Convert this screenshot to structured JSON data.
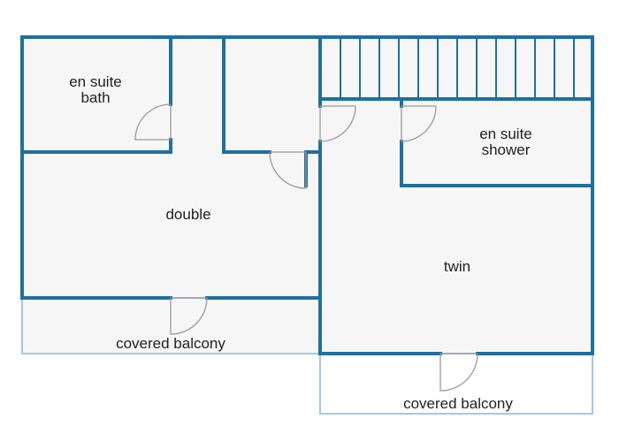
{
  "colors": {
    "wall": "#1f6f9f",
    "balcony_outline": "#9ecbe6",
    "floor": "#f6f6f6",
    "door_swing": "#9a9a9a",
    "text": "#222222"
  },
  "rooms": {
    "en_suite_bath": [
      "en suite",
      "bath"
    ],
    "en_suite_shower": [
      "en suite",
      "shower"
    ],
    "double": "double",
    "twin": "twin",
    "balcony_left": "covered balcony",
    "balcony_right": "covered balcony"
  },
  "icons": {
    "door": "door-swing-icon",
    "stairs": "staircase-icon"
  }
}
